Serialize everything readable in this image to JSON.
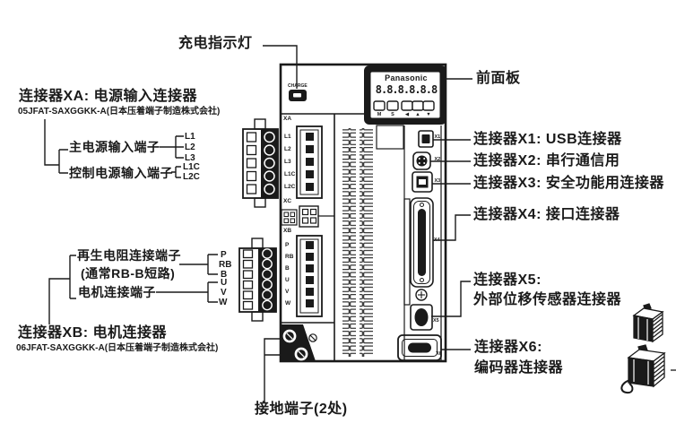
{
  "device": {
    "brand": "Panasonic",
    "display": "8.8.8.8.8.8",
    "charge_led": "CHARGE",
    "buttons": [
      "M",
      "S",
      "◀",
      "▲",
      "▼"
    ],
    "block_labels": {
      "xa": "XA",
      "xc": "XC",
      "xb": "XB"
    },
    "xa_pins": [
      "L1",
      "L2",
      "L3",
      "L1C",
      "L2C"
    ],
    "xb_pins": [
      "P",
      "RB",
      "B",
      "U",
      "V",
      "W"
    ],
    "ports": [
      "X1",
      "X2",
      "X3",
      "X4",
      "X5",
      "X6"
    ]
  },
  "callouts": {
    "charge": "充电指示灯",
    "front_panel": "前面板",
    "xa_title": "连接器XA: 电源输入连接器",
    "xa_part": "05JFAT-SAXGGKK-A(日本压着端子制造株式会社)",
    "main_power": "主电源输入端子",
    "control_power": "控制电源输入端子",
    "xa_pins": [
      "L1",
      "L2",
      "L3",
      "L1C",
      "L2C"
    ],
    "regen": "再生电阻连接端子",
    "regen_note": "(通常RB-B短路)",
    "motor": "电机连接端子",
    "xb_pins": [
      "P",
      "RB",
      "B",
      "U",
      "V",
      "W"
    ],
    "xb_title": "连接器XB: 电机连接器",
    "xb_part": "06JFAT-SAXGGKK-A(日本压着端子制造株式会社)",
    "ground": "接地端子(2处)",
    "x1": "连接器X1: USB连接器",
    "x2": "连接器X2: 串行通信用",
    "x3": "连接器X3: 安全功能用连接器",
    "x4": "连接器X4: 接口连接器",
    "x5_line1": "连接器X5:",
    "x5_line2": "外部位移传感器连接器",
    "x6_line1": "连接器X6:",
    "x6_line2": "编码器连接器"
  },
  "colors": {
    "line": "#1a1a1a",
    "bg": "#ffffff"
  }
}
